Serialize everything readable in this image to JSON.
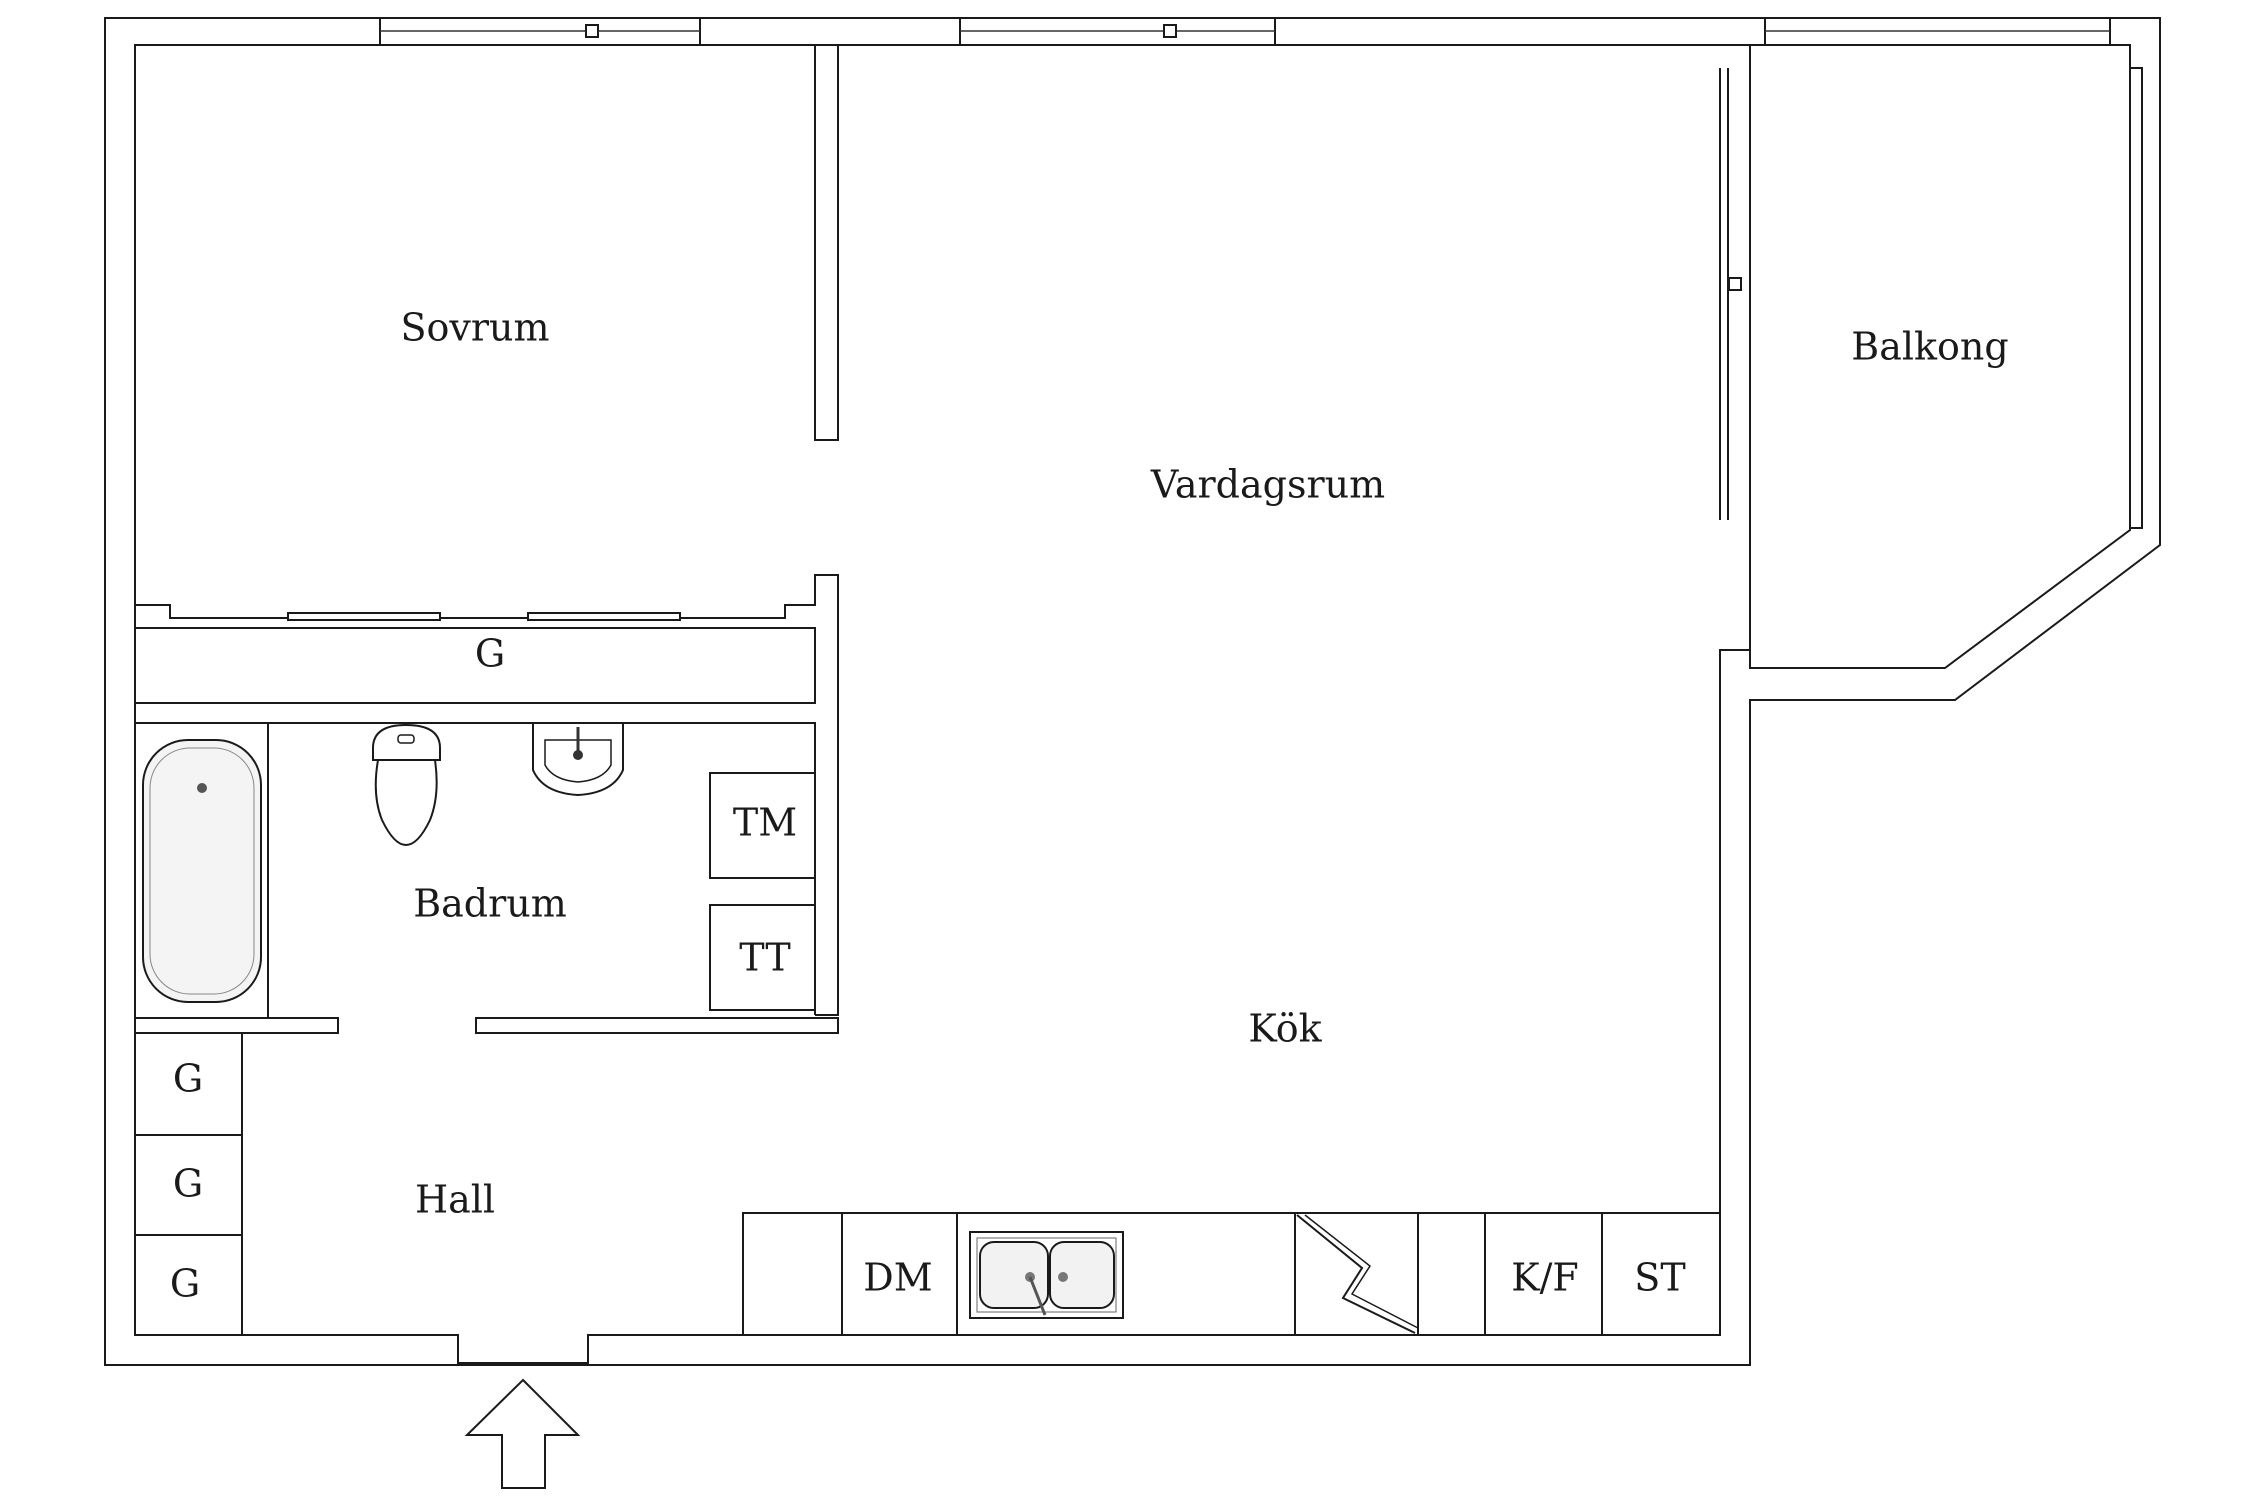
{
  "rooms": {
    "sovrum": "Sovrum",
    "vardagsrum": "Vardagsrum",
    "balkong": "Balkong",
    "badrum": "Badrum",
    "kok": "Kök",
    "hall": "Hall"
  },
  "fixtures": {
    "wardrobe_bedroom": "G",
    "wardrobe_hall_1": "G",
    "wardrobe_hall_2": "G",
    "wardrobe_hall_3": "G",
    "washing_machine": "TM",
    "tumble_dryer": "TT",
    "dishwasher": "DM",
    "fridge_freezer": "K/F",
    "stove": "ST"
  },
  "icons": {
    "entrance": "arrow-up-icon",
    "bathtub": "bathtub-icon",
    "toilet": "toilet-icon",
    "washbasin": "washbasin-icon",
    "kitchen_sink": "sink-icon",
    "ventilation": "zigzag-icon"
  },
  "colors": {
    "line": "#1a1a1a",
    "background": "#ffffff"
  }
}
